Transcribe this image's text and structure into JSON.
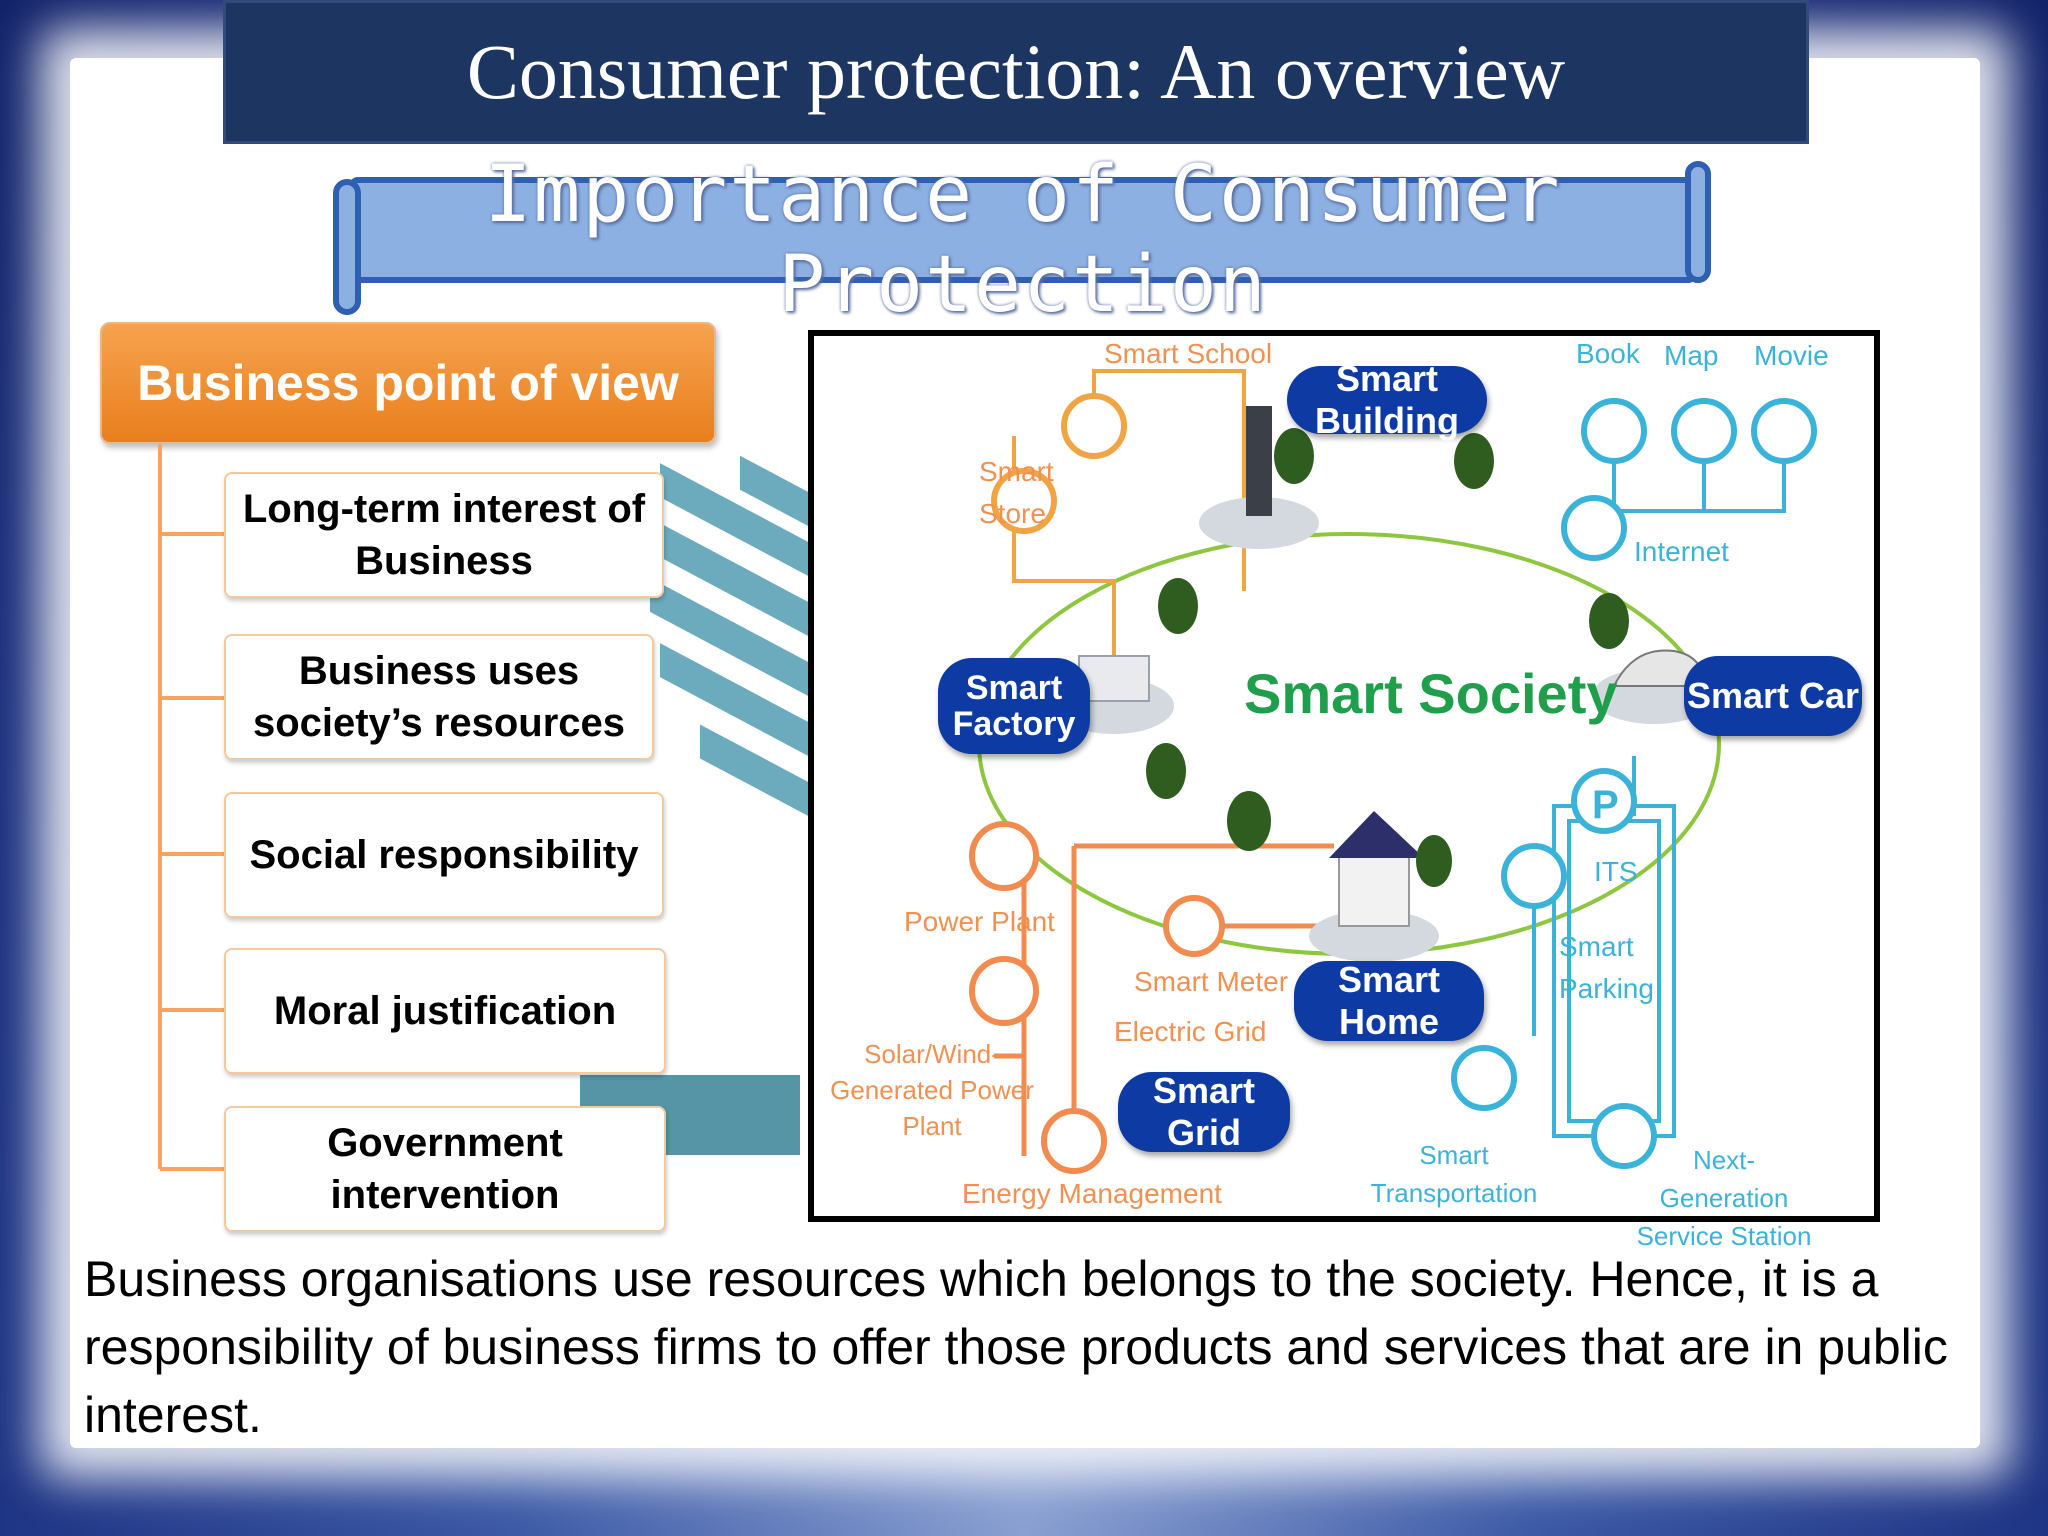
{
  "slide": {
    "title": "Consumer protection: An overview",
    "banner": "Importance of Consumer Protection",
    "business_pov": "Business point of view",
    "items": [
      {
        "label": "Long-term interest of Business"
      },
      {
        "label": "Business uses society’s resources"
      },
      {
        "label": "Social responsibility"
      },
      {
        "label": "Moral justification"
      },
      {
        "label": "Government intervention"
      }
    ],
    "caption": "Business organisations use resources which belongs to the society. Hence, it is a responsibility of business firms to offer those products and services that are in public interest."
  },
  "diagram": {
    "center": "Smart Society",
    "pills": {
      "building": "Smart Building",
      "factory": "Smart Factory",
      "car": "Smart Car",
      "home": "Smart Home",
      "grid": "Smart Grid"
    },
    "labels": {
      "smart_school": "Smart School",
      "smart_store": "Smart Store",
      "book": "Book",
      "map": "Map",
      "movie": "Movie",
      "internet": "Internet",
      "power_plant": "Power Plant",
      "solar": "Solar/Wind-Generated Power Plant",
      "smart_meter": "Smart Meter",
      "electric_grid": "Electric Grid",
      "energy_management": "Energy Management",
      "its": "ITS",
      "smart_parking": "Smart Parking",
      "smart_transportation": "Smart Transportation",
      "next_gen": "Next-Generation Service Station"
    }
  },
  "colors": {
    "title_bg": "#1c3561",
    "banner": "#8db0e3",
    "orange": "#e87f1e",
    "pill_blue": "#0d3aa3",
    "green": "#1f9e4b"
  }
}
